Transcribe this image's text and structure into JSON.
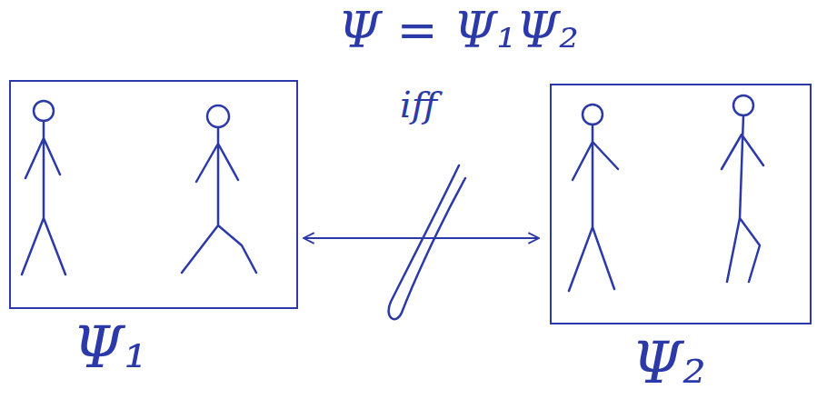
{
  "diagram": {
    "nodes": [
      {
        "text": [
          "Ψ₁"
        ]
      },
      {
        "text": [
          "Ψ₂"
        ]
      }
    ],
    "edges": [
      {
        "from": 0,
        "to": 1,
        "arrow": "both"
      }
    ],
    "labels": [
      "Ψ = Ψ₁Ψ₂",
      "iff"
    ]
  }
}
